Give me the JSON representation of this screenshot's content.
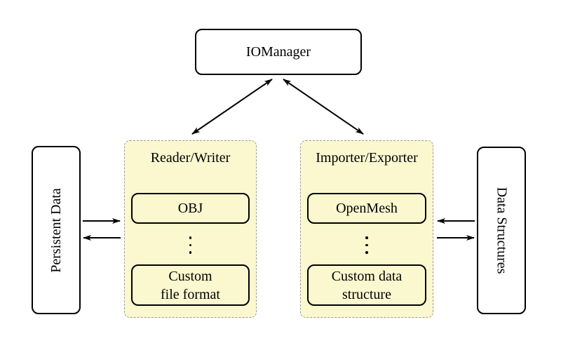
{
  "diagram": {
    "io_manager": {
      "label": "IOManager"
    },
    "persistent_data": {
      "label": "Persistent Data"
    },
    "data_structures": {
      "label": "Data Structures"
    },
    "reader_writer": {
      "title": "Reader/Writer",
      "top_box": "OBJ",
      "bottom_box_line1": "Custom",
      "bottom_box_line2": "file format",
      "dots_icon": "vertical-ellipsis"
    },
    "importer_exporter": {
      "title": "Importer/Exporter",
      "top_box": "OpenMesh",
      "bottom_box_line1": "Custom data",
      "bottom_box_line2": "structure",
      "dots_icon": "vertical-ellipsis"
    },
    "connections": [
      "IOManager <-> Reader/Writer",
      "IOManager <-> Importer/Exporter",
      "Persistent Data -> Reader/Writer",
      "Reader/Writer -> Persistent Data",
      "Data Structures -> Importer/Exporter",
      "Importer/Exporter -> Data Structures"
    ],
    "colors": {
      "panel_fill": "#fbf8d0",
      "panel_border": "#9b9b9b",
      "node_border": "#000000",
      "node_fill": "#ffffff",
      "arrow": "#000000",
      "background": "#ffffff"
    }
  }
}
